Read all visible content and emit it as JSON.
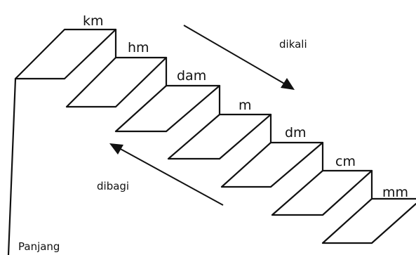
{
  "diagram": {
    "steps": [
      {
        "label": "km"
      },
      {
        "label": "hm"
      },
      {
        "label": "dam"
      },
      {
        "label": "m"
      },
      {
        "label": "dm"
      },
      {
        "label": "cm"
      },
      {
        "label": "mm"
      }
    ],
    "multiply_label": "dikali",
    "divide_label": "dibagi",
    "caption": "Panjang"
  }
}
